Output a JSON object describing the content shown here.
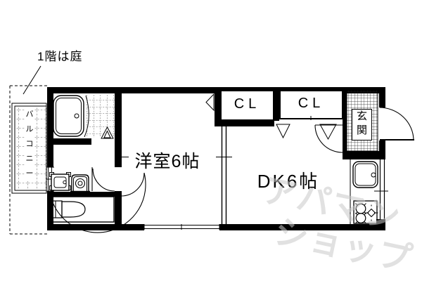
{
  "annotation": {
    "garden_note": "1階は庭"
  },
  "rooms": {
    "western_room": {
      "label": "洋室6帖"
    },
    "dining_kitchen": {
      "label": "DK6帖"
    },
    "closet_left": {
      "label": "CL"
    },
    "closet_right": {
      "label": "CL"
    },
    "entrance": {
      "label": "玄関"
    },
    "balcony": {
      "label": "バルコニー"
    }
  },
  "watermark": {
    "line1": "アパマン",
    "line2": "ショップ",
    "color": "#c9c9c9"
  },
  "colors": {
    "background": "#ffffff",
    "line": "#000000",
    "tile_line": "#333333",
    "watermark": "#c9c9c9"
  }
}
